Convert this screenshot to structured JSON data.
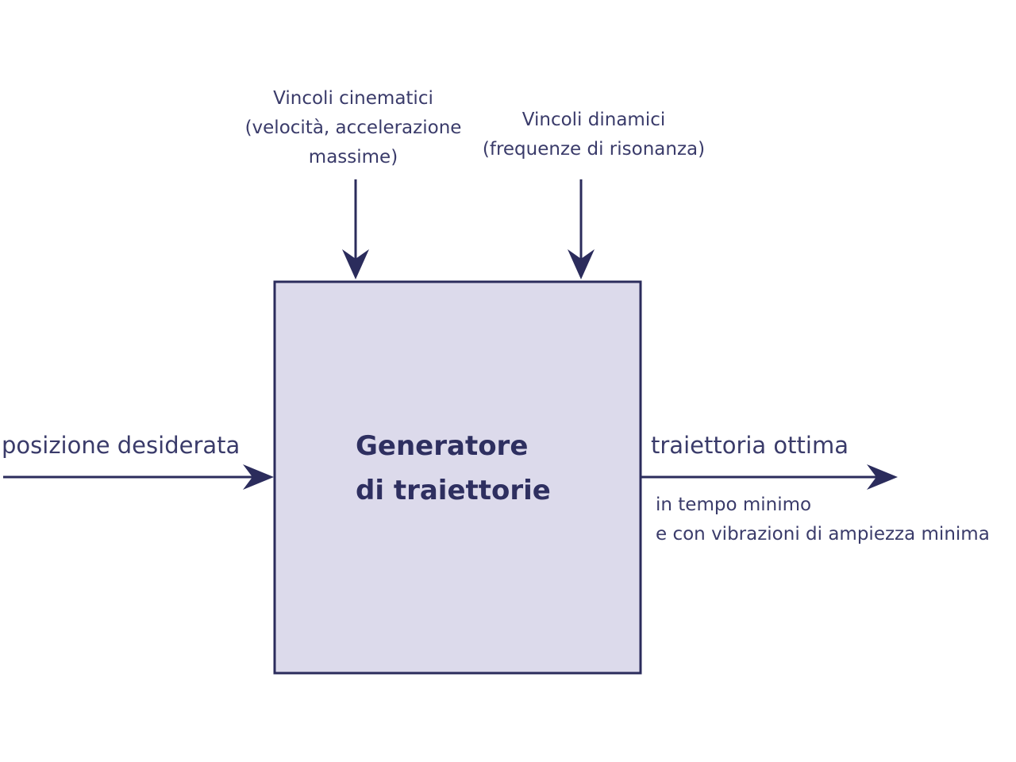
{
  "diagram": {
    "block": {
      "title_lines": [
        "Generatore",
        "di traiettorie"
      ],
      "fill_color": "#dcdaeb",
      "border_color": "#2b2c5c"
    },
    "constraints": {
      "kinematic": {
        "lines": [
          "Vincoli cinematici",
          "(velocità, accelerazione",
          "massime)"
        ]
      },
      "dynamic": {
        "lines": [
          "Vincoli dinamici",
          "(frequenze di risonanza)"
        ]
      }
    },
    "input": {
      "label": "posizione desiderata"
    },
    "output": {
      "label": "traiettoria ottima",
      "note_lines": [
        "in tempo minimo",
        "e con vibrazioni di ampiezza minima"
      ]
    },
    "arrow_color": "#2b2c5c"
  }
}
